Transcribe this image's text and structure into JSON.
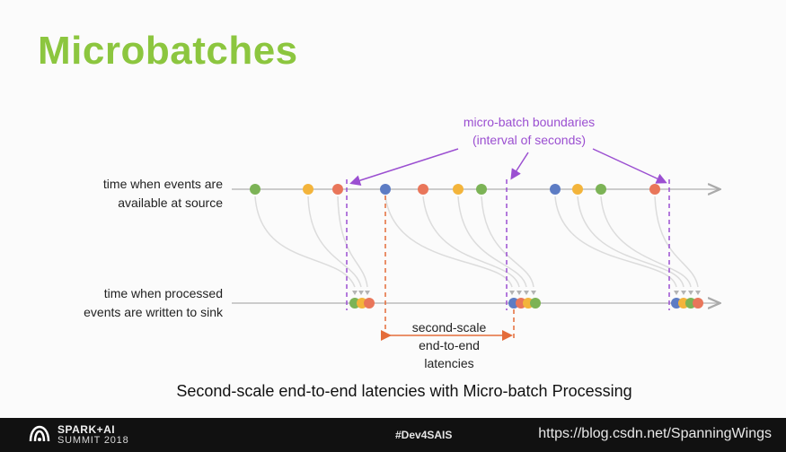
{
  "slide": {
    "title": "Microbatches",
    "caption": "Second-scale end-to-end latencies with Micro-batch Processing"
  },
  "diagram": {
    "boundary_label_line1": "micro-batch boundaries",
    "boundary_label_line2": "(interval of seconds)",
    "source_label_line1": "time when events are",
    "source_label_line2": "available at source",
    "sink_label_line1": "time when processed",
    "sink_label_line2": "events are written to sink",
    "latency_label_line1": "second-scale",
    "latency_label_line2": "end-to-end",
    "latency_label_line3": "latencies"
  },
  "colors": {
    "title": "#8cc63f",
    "boundary": "#9b4fd1",
    "latency": "#e46c3a",
    "green": "#7cb356",
    "yellow": "#f3b43b",
    "orange": "#e9765a",
    "blue": "#5d7cc4"
  },
  "footer": {
    "logo_line1": "SPARK+AI",
    "logo_line2": "SUMMIT 2018",
    "hashtag": "#Dev4SAIS",
    "watermark": "https://blog.csdn.net/SpanningWings"
  }
}
